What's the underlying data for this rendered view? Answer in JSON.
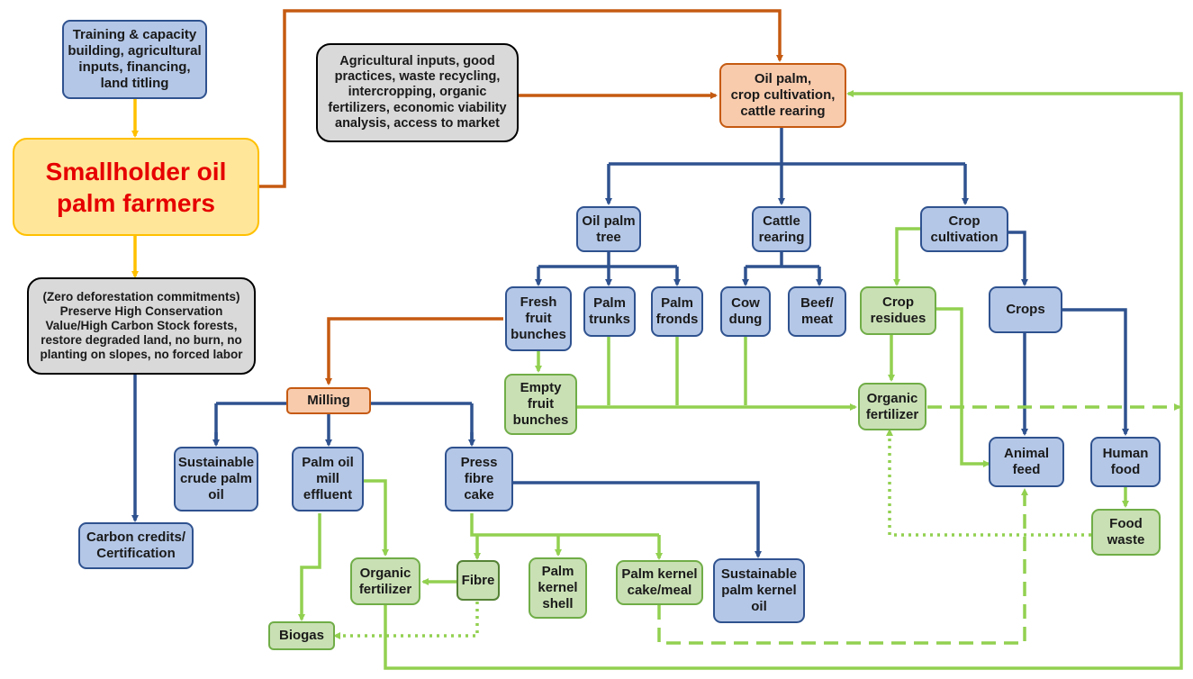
{
  "colors": {
    "blue_fill": "#b4c7e7",
    "blue_border": "#2f528f",
    "green_fill": "#c9e0b4",
    "green_border": "#70ad47",
    "orange_fill": "#f8cbad",
    "orange_border": "#c55a11",
    "gray_fill": "#d9d9d9",
    "main_fill": "#ffe699",
    "main_border": "#ffc000",
    "main_text": "#e60000",
    "arrow_green": "#92d050",
    "arrow_yellow": "#ffc000"
  },
  "nodes": {
    "training": "Training & capacity\nbuilding, agricultural\ninputs, financing,\nland titling",
    "smallholder": "Smallholder oil\npalm farmers",
    "zero_deforestation": "(Zero deforestation commitments)\nPreserve High Conservation\nValue/High Carbon Stock forests,\nrestore degraded land, no burn, no\nplanting on slopes, no forced labor",
    "carbon_credits": "Carbon credits/\nCertification",
    "agri_inputs": "Agricultural inputs, good\npractices, waste recycling,\nintercropping, organic\nfertilizers, economic viability\nanalysis, access to market",
    "oil_palm_crop_cattle": "Oil palm,\ncrop cultivation,\ncattle rearing",
    "oil_palm_tree": "Oil palm\ntree",
    "cattle_rearing": "Cattle\nrearing",
    "crop_cultivation": "Crop\ncultivation",
    "fresh_fruit_bunches": "Fresh\nfruit\nbunches",
    "palm_trunks": "Palm\ntrunks",
    "palm_fronds": "Palm\nfronds",
    "cow_dung": "Cow\ndung",
    "beef_meat": "Beef/\nmeat",
    "crop_residues": "Crop\nresidues",
    "crops": "Crops",
    "empty_fruit_bunches": "Empty\nfruit\nbunches",
    "organic_fertilizer_right": "Organic\nfertilizer",
    "milling": "Milling",
    "sustainable_cpo": "Sustainable\ncrude palm\noil",
    "pome": "Palm oil\nmill\neffluent",
    "press_fibre_cake": "Press\nfibre\ncake",
    "animal_feed": "Animal\nfeed",
    "human_food": "Human\nfood",
    "food_waste": "Food\nwaste",
    "organic_fertilizer_left": "Organic\nfertilizer",
    "fibre": "Fibre",
    "palm_kernel_shell": "Palm\nkernel\nshell",
    "palm_kernel_cake": "Palm kernel\ncake/meal",
    "sustainable_pko": "Sustainable\npalm kernel\noil",
    "biogas": "Biogas"
  }
}
